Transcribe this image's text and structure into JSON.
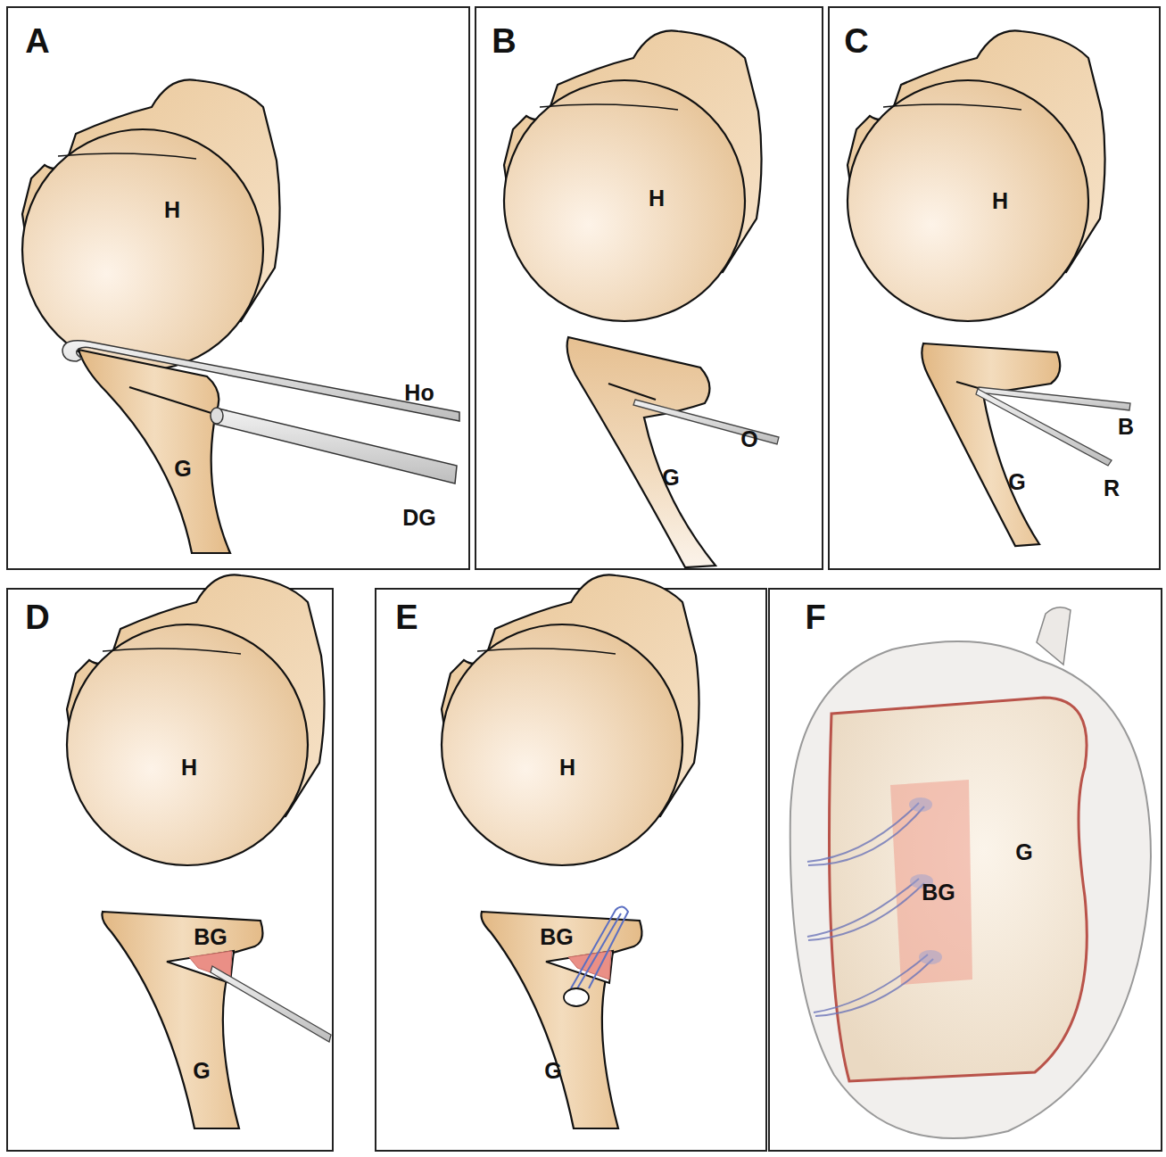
{
  "diagram": {
    "labels": [
      "A",
      "H",
      "Ho",
      "DG",
      "G",
      "B",
      "H",
      "G",
      "O",
      "C",
      "H",
      "B",
      "R",
      "G",
      "D",
      "H",
      "BG",
      "G",
      "E",
      "H",
      "BG",
      "G",
      "F",
      "G",
      "BG"
    ]
  }
}
